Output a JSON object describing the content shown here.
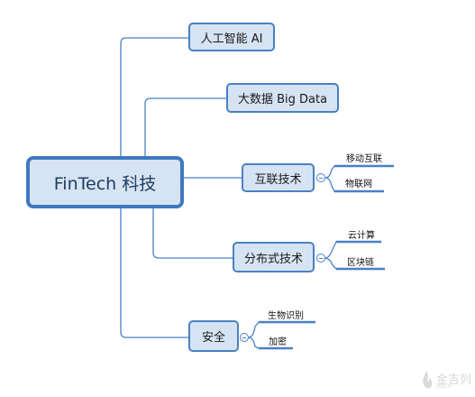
{
  "root": {
    "label": "FinTech 科技"
  },
  "branches": [
    {
      "label": "人工智能 AI",
      "children": []
    },
    {
      "label": "大数据 Big Data",
      "children": []
    },
    {
      "label": "互联技术",
      "children": [
        "移动互联",
        "物联网"
      ]
    },
    {
      "label": "分布式技术",
      "children": [
        "云计算",
        "区块链"
      ]
    },
    {
      "label": "安全",
      "children": [
        "生物识别",
        "加密"
      ]
    }
  ],
  "watermark": {
    "text": "金吉列",
    "subtext": "JINJILIE"
  },
  "colors": {
    "line": "#4a80c4",
    "node_fill": "#d6e3f2",
    "node_border": "#4a80c4"
  }
}
